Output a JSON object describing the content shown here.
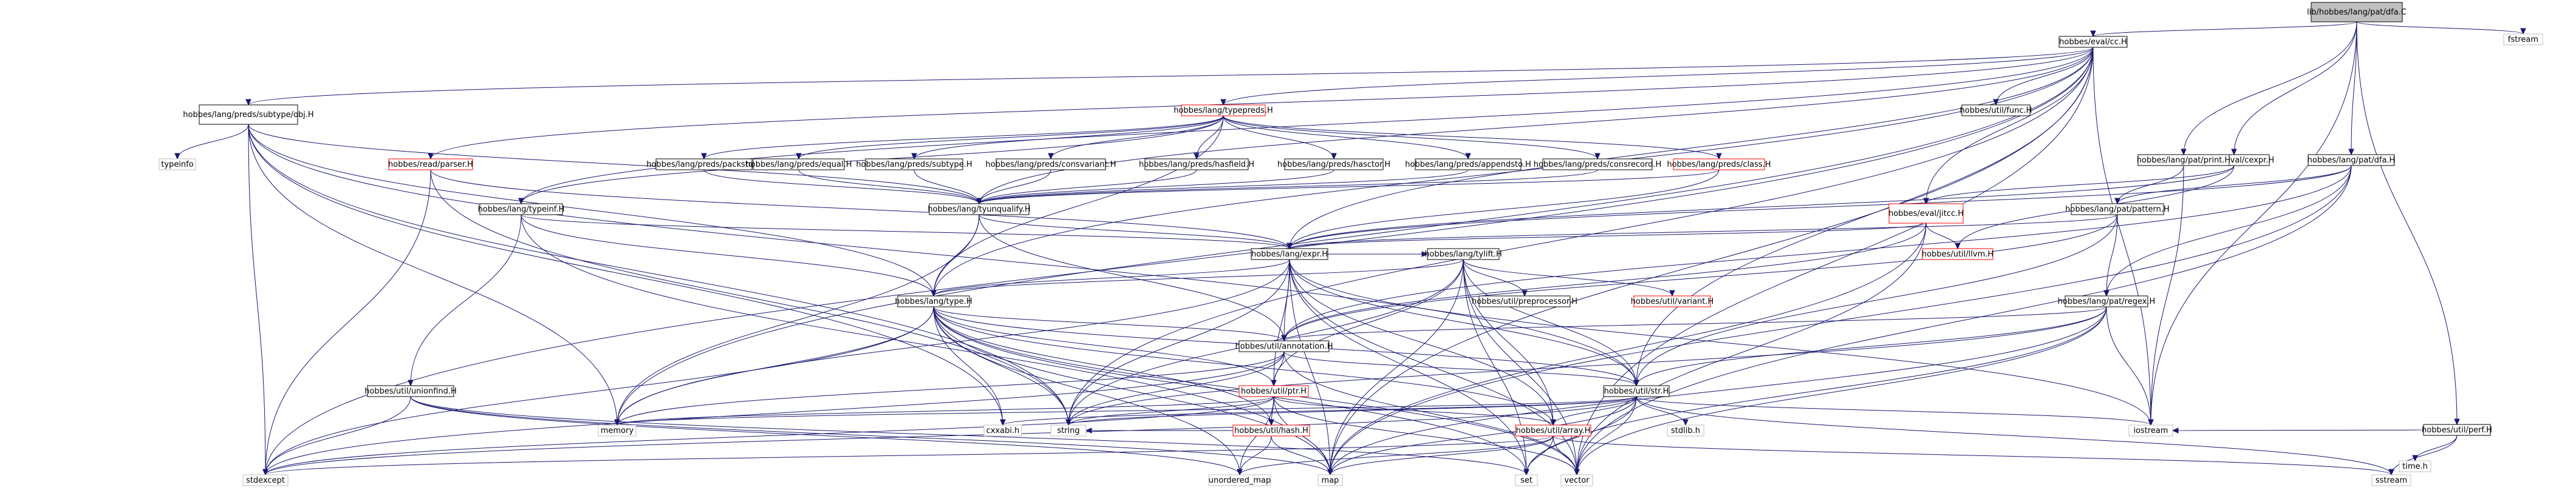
{
  "graph": {
    "nodes": [
      {
        "id": "root",
        "label": "lib/hobbes/lang/pat/dfa.C",
        "style": "root"
      },
      {
        "id": "evalcc",
        "label": "hobbes/eval/cc.H",
        "style": "plain"
      },
      {
        "id": "fstream",
        "label": "fstream",
        "style": "gray"
      },
      {
        "id": "evalcexpr",
        "label": "hobbes/eval/cexpr.H",
        "style": "plain"
      },
      {
        "id": "patprint",
        "label": "hobbes/lang/pat/print.H",
        "style": "plain"
      },
      {
        "id": "patdfa",
        "label": "hobbes/lang/pat/dfa.H",
        "style": "plain"
      },
      {
        "id": "perf",
        "label": "hobbes/util/perf.H",
        "style": "plain"
      },
      {
        "id": "predssubtype",
        "label": "hobbes/lang/preds/subtype/obj.H",
        "style": "plain"
      },
      {
        "id": "typepreds",
        "label": "hobbes/lang/typepreds.H",
        "style": "red"
      },
      {
        "id": "func",
        "label": "hobbes/util/func.H",
        "style": "plain"
      },
      {
        "id": "typeinfo",
        "label": "typeinfo",
        "style": "gray"
      },
      {
        "id": "readparser",
        "label": "hobbes/read/parser.H",
        "style": "red"
      },
      {
        "id": "packsto",
        "label": "hobbes/lang/preds/packsto.H",
        "style": "plain"
      },
      {
        "id": "predequal",
        "label": "hobbes/lang/preds/equal.H",
        "style": "plain"
      },
      {
        "id": "predsubtype",
        "label": "hobbes/lang/preds/subtype.H",
        "style": "plain"
      },
      {
        "id": "consvariant",
        "label": "hobbes/lang/preds/consvariant.H",
        "style": "plain"
      },
      {
        "id": "hasfield",
        "label": "hobbes/lang/preds/hasfield.H",
        "style": "plain"
      },
      {
        "id": "hasctor",
        "label": "hobbes/lang/preds/hasctor.H",
        "style": "plain"
      },
      {
        "id": "appendsto",
        "label": "hobbes/lang/preds/appendsto.H",
        "style": "plain"
      },
      {
        "id": "consrecord",
        "label": "hobbes/lang/preds/consrecord.H",
        "style": "plain"
      },
      {
        "id": "predclass",
        "label": "hobbes/lang/preds/class.H",
        "style": "red"
      },
      {
        "id": "typeinf",
        "label": "hobbes/lang/typeinf.H",
        "style": "plain"
      },
      {
        "id": "tyunqualify",
        "label": "hobbes/lang/tyunqualify.H",
        "style": "plain"
      },
      {
        "id": "jitcc",
        "label": "hobbes/eval/jitcc.H",
        "style": "red"
      },
      {
        "id": "patpattern",
        "label": "hobbes/lang/pat/pattern.H",
        "style": "plain"
      },
      {
        "id": "expr",
        "label": "hobbes/lang/expr.H",
        "style": "plain"
      },
      {
        "id": "tylift",
        "label": "hobbes/lang/tylift.H",
        "style": "plain"
      },
      {
        "id": "llvm",
        "label": "hobbes/util/llvm.H",
        "style": "red"
      },
      {
        "id": "type",
        "label": "hobbes/lang/type.H",
        "style": "plain"
      },
      {
        "id": "preprocessor",
        "label": "hobbes/util/preprocessor.H",
        "style": "plain"
      },
      {
        "id": "variant",
        "label": "hobbes/util/variant.H",
        "style": "red"
      },
      {
        "id": "patregex",
        "label": "hobbes/lang/pat/regex.H",
        "style": "plain"
      },
      {
        "id": "annotation",
        "label": "hobbes/util/annotation.H",
        "style": "plain"
      },
      {
        "id": "unionfind",
        "label": "hobbes/util/unionfind.H",
        "style": "plain"
      },
      {
        "id": "ptr",
        "label": "hobbes/util/ptr.H",
        "style": "red"
      },
      {
        "id": "str",
        "label": "hobbes/util/str.H",
        "style": "plain"
      },
      {
        "id": "memory",
        "label": "memory",
        "style": "gray"
      },
      {
        "id": "cxxabi",
        "label": "cxxabi.h",
        "style": "gray"
      },
      {
        "id": "string",
        "label": "string",
        "style": "gray"
      },
      {
        "id": "hash",
        "label": "hobbes/util/hash.H",
        "style": "red"
      },
      {
        "id": "array",
        "label": "hobbes/util/array.H",
        "style": "red"
      },
      {
        "id": "stdlib",
        "label": "stdlib.h",
        "style": "gray"
      },
      {
        "id": "iostream",
        "label": "iostream",
        "style": "gray"
      },
      {
        "id": "timeh",
        "label": "time.h",
        "style": "gray"
      },
      {
        "id": "stdexcept",
        "label": "stdexcept",
        "style": "gray"
      },
      {
        "id": "unordered_map",
        "label": "unordered_map",
        "style": "gray"
      },
      {
        "id": "map",
        "label": "map",
        "style": "gray"
      },
      {
        "id": "set",
        "label": "set",
        "style": "gray"
      },
      {
        "id": "vector",
        "label": "vector",
        "style": "gray"
      },
      {
        "id": "sstream",
        "label": "sstream",
        "style": "gray"
      }
    ],
    "edges": [
      [
        "root",
        "evalcc"
      ],
      [
        "root",
        "fstream"
      ],
      [
        "root",
        "evalcexpr"
      ],
      [
        "root",
        "patprint"
      ],
      [
        "root",
        "patdfa"
      ],
      [
        "root",
        "perf"
      ],
      [
        "root",
        "iostream"
      ],
      [
        "evalcc",
        "predssubtype"
      ],
      [
        "evalcc",
        "typepreds"
      ],
      [
        "evalcc",
        "func"
      ],
      [
        "evalcc",
        "readparser"
      ],
      [
        "evalcc",
        "typeinf"
      ],
      [
        "evalcc",
        "tyunqualify"
      ],
      [
        "evalcc",
        "jitcc"
      ],
      [
        "evalcc",
        "expr"
      ],
      [
        "evalcc",
        "type"
      ],
      [
        "evalcc",
        "str"
      ],
      [
        "evalcc",
        "string"
      ],
      [
        "evalcc",
        "memory"
      ],
      [
        "evalcc",
        "stdexcept"
      ],
      [
        "evalcc",
        "map"
      ],
      [
        "evalcc",
        "vector"
      ],
      [
        "evalcc",
        "iostream"
      ],
      [
        "evalcexpr",
        "jitcc"
      ],
      [
        "evalcexpr",
        "expr"
      ],
      [
        "evalcexpr",
        "llvm"
      ],
      [
        "patprint",
        "patpattern"
      ],
      [
        "patprint",
        "iostream"
      ],
      [
        "patdfa",
        "patpattern"
      ],
      [
        "patdfa",
        "expr"
      ],
      [
        "patdfa",
        "patregex"
      ],
      [
        "patdfa",
        "annotation"
      ],
      [
        "patdfa",
        "map"
      ],
      [
        "patdfa",
        "vector"
      ],
      [
        "perf",
        "iostream"
      ],
      [
        "perf",
        "timeh"
      ],
      [
        "perf",
        "sstream"
      ],
      [
        "predssubtype",
        "typeinfo"
      ],
      [
        "predssubtype",
        "tyunqualify"
      ],
      [
        "predssubtype",
        "type"
      ],
      [
        "predssubtype",
        "str"
      ],
      [
        "predssubtype",
        "stdexcept"
      ],
      [
        "predssubtype",
        "memory"
      ],
      [
        "predssubtype",
        "cxxabi"
      ],
      [
        "predssubtype",
        "string"
      ],
      [
        "typepreds",
        "packsto"
      ],
      [
        "typepreds",
        "predequal"
      ],
      [
        "typepreds",
        "predsubtype"
      ],
      [
        "typepreds",
        "consvariant"
      ],
      [
        "typepreds",
        "hasfield"
      ],
      [
        "typepreds",
        "hasctor"
      ],
      [
        "typepreds",
        "appendsto"
      ],
      [
        "typepreds",
        "consrecord"
      ],
      [
        "typepreds",
        "predclass"
      ],
      [
        "typepreds",
        "typeinf"
      ],
      [
        "typepreds",
        "type"
      ],
      [
        "readparser",
        "expr"
      ],
      [
        "readparser",
        "stdexcept"
      ],
      [
        "readparser",
        "string"
      ],
      [
        "packsto",
        "tyunqualify"
      ],
      [
        "predequal",
        "tyunqualify"
      ],
      [
        "predsubtype",
        "tyunqualify"
      ],
      [
        "consvariant",
        "tyunqualify"
      ],
      [
        "hasfield",
        "tyunqualify"
      ],
      [
        "hasctor",
        "tyunqualify"
      ],
      [
        "appendsto",
        "tyunqualify"
      ],
      [
        "consrecord",
        "tyunqualify"
      ],
      [
        "predclass",
        "tyunqualify"
      ],
      [
        "predclass",
        "expr"
      ],
      [
        "typeinf",
        "expr"
      ],
      [
        "typeinf",
        "type"
      ],
      [
        "typeinf",
        "unionfind"
      ],
      [
        "typeinf",
        "map"
      ],
      [
        "tyunqualify",
        "type"
      ],
      [
        "tyunqualify",
        "expr"
      ],
      [
        "tyunqualify",
        "annotation"
      ],
      [
        "tyunqualify",
        "memory"
      ],
      [
        "jitcc",
        "expr"
      ],
      [
        "jitcc",
        "llvm"
      ],
      [
        "jitcc",
        "annotation"
      ],
      [
        "jitcc",
        "map"
      ],
      [
        "jitcc",
        "vector"
      ],
      [
        "patpattern",
        "expr"
      ],
      [
        "patpattern",
        "patregex"
      ],
      [
        "patpattern",
        "str"
      ],
      [
        "patpattern",
        "annotation"
      ],
      [
        "expr",
        "type"
      ],
      [
        "expr",
        "tylift"
      ],
      [
        "expr",
        "annotation"
      ],
      [
        "expr",
        "ptr"
      ],
      [
        "expr",
        "array"
      ],
      [
        "expr",
        "str"
      ],
      [
        "expr",
        "memory"
      ],
      [
        "expr",
        "string"
      ],
      [
        "expr",
        "set"
      ],
      [
        "expr",
        "map"
      ],
      [
        "expr",
        "vector"
      ],
      [
        "expr",
        "iostream"
      ],
      [
        "tylift",
        "type"
      ],
      [
        "tylift",
        "preprocessor"
      ],
      [
        "tylift",
        "variant"
      ],
      [
        "tylift",
        "ptr"
      ],
      [
        "tylift",
        "str"
      ],
      [
        "tylift",
        "array"
      ],
      [
        "tylift",
        "string"
      ],
      [
        "tylift",
        "map"
      ],
      [
        "tylift",
        "set"
      ],
      [
        "tylift",
        "vector"
      ],
      [
        "type",
        "annotation"
      ],
      [
        "type",
        "ptr"
      ],
      [
        "type",
        "str"
      ],
      [
        "type",
        "array"
      ],
      [
        "type",
        "hash"
      ],
      [
        "type",
        "memory"
      ],
      [
        "type",
        "string"
      ],
      [
        "type",
        "stdexcept"
      ],
      [
        "type",
        "map"
      ],
      [
        "type",
        "set"
      ],
      [
        "type",
        "vector"
      ],
      [
        "type",
        "unordered_map"
      ],
      [
        "type",
        "cxxabi"
      ],
      [
        "patregex",
        "annotation"
      ],
      [
        "patregex",
        "str"
      ],
      [
        "patregex",
        "string"
      ],
      [
        "patregex",
        "map"
      ],
      [
        "patregex",
        "set"
      ],
      [
        "patregex",
        "vector"
      ],
      [
        "patregex",
        "iostream"
      ],
      [
        "annotation",
        "str"
      ],
      [
        "annotation",
        "ptr"
      ],
      [
        "annotation",
        "string"
      ],
      [
        "annotation",
        "memory"
      ],
      [
        "annotation",
        "stdexcept"
      ],
      [
        "annotation",
        "vector"
      ],
      [
        "unionfind",
        "stdexcept"
      ],
      [
        "unionfind",
        "map"
      ],
      [
        "unionfind",
        "set"
      ],
      [
        "unionfind",
        "unordered_map"
      ],
      [
        "ptr",
        "hash"
      ],
      [
        "ptr",
        "array"
      ],
      [
        "ptr",
        "memory"
      ],
      [
        "ptr",
        "string"
      ],
      [
        "ptr",
        "stdexcept"
      ],
      [
        "ptr",
        "unordered_map"
      ],
      [
        "ptr",
        "map"
      ],
      [
        "ptr",
        "vector"
      ],
      [
        "str",
        "array"
      ],
      [
        "str",
        "stdlib"
      ],
      [
        "str",
        "string"
      ],
      [
        "str",
        "iostream"
      ],
      [
        "str",
        "map"
      ],
      [
        "str",
        "set"
      ],
      [
        "str",
        "vector"
      ],
      [
        "str",
        "sstream"
      ],
      [
        "str",
        "stdexcept"
      ],
      [
        "str",
        "cxxabi"
      ],
      [
        "str",
        "memory"
      ],
      [
        "hash",
        "string"
      ],
      [
        "hash",
        "unordered_map"
      ],
      [
        "hash",
        "map"
      ],
      [
        "array",
        "stdexcept"
      ],
      [
        "array",
        "unordered_map"
      ],
      [
        "array",
        "map"
      ],
      [
        "array",
        "set"
      ],
      [
        "array",
        "vector"
      ],
      [
        "array",
        "sstream"
      ]
    ]
  }
}
